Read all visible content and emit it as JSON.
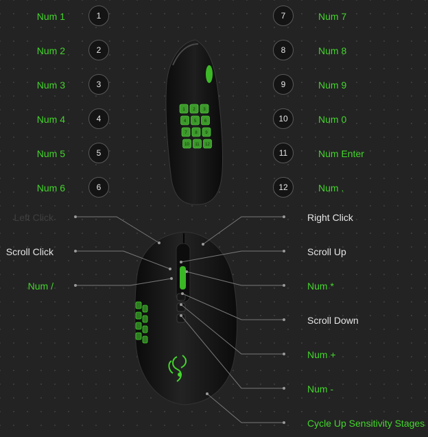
{
  "side_buttons": {
    "left": [
      {
        "label": "Num 1",
        "number": "1"
      },
      {
        "label": "Num 2",
        "number": "2"
      },
      {
        "label": "Num 3",
        "number": "3"
      },
      {
        "label": "Num 4",
        "number": "4"
      },
      {
        "label": "Num 5",
        "number": "5"
      },
      {
        "label": "Num 6",
        "number": "6"
      }
    ],
    "right": [
      {
        "label": "Num 7",
        "number": "7"
      },
      {
        "label": "Num 8",
        "number": "8"
      },
      {
        "label": "Num 9",
        "number": "9"
      },
      {
        "label": "Num 0",
        "number": "10"
      },
      {
        "label": "Num Enter",
        "number": "11"
      },
      {
        "label": "Num .",
        "number": "12"
      }
    ]
  },
  "keypad_numbers": [
    "1",
    "2",
    "3",
    "4",
    "5",
    "6",
    "7",
    "8",
    "9",
    "10",
    "11",
    "12"
  ],
  "top_buttons": {
    "left": [
      {
        "label": "Left Click",
        "color": "faded"
      },
      {
        "label": "Scroll Click",
        "color": "white"
      },
      {
        "label": "Num /",
        "color": "green"
      }
    ],
    "right": [
      {
        "label": "Right Click",
        "color": "white"
      },
      {
        "label": "Scroll Up",
        "color": "white"
      },
      {
        "label": "Num *",
        "color": "green"
      },
      {
        "label": "Scroll Down",
        "color": "white"
      },
      {
        "label": "Num +",
        "color": "green"
      },
      {
        "label": "Num -",
        "color": "green"
      },
      {
        "label": "Cycle Up Sensitivity Stages",
        "color": "green"
      }
    ]
  },
  "colors": {
    "accent_green": "#44d62c",
    "background": "#232323",
    "text_white": "#e6e6e6"
  },
  "icons": [
    "razer-logo-icon",
    "mouse-side-view",
    "mouse-top-view"
  ]
}
